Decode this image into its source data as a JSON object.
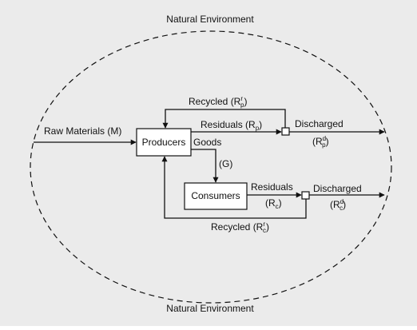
{
  "environment": {
    "top_label": "Natural Environment",
    "bottom_label": "Natural Environment"
  },
  "nodes": {
    "producers": "Producers",
    "consumers": "Consumers"
  },
  "flows": {
    "raw_materials": "Raw Materials (M)",
    "goods": "Goods",
    "goods_symbol": "(G)",
    "producer_recycled": {
      "text": "Recycled (R",
      "sub": "p",
      "sup": "r",
      "close": ")"
    },
    "producer_residuals": {
      "text": "Residuals (R",
      "sub": "p",
      "close": ")"
    },
    "producer_discharged": "Discharged",
    "producer_discharged_symbol": {
      "text": "(R",
      "sub": "p",
      "sup": "d",
      "close": ")"
    },
    "consumer_residuals": "Residuals",
    "consumer_residuals_symbol": {
      "text": "(R",
      "sub": "c",
      "close": ")"
    },
    "consumer_discharged": "Discharged",
    "consumer_discharged_symbol": {
      "text": "(R",
      "sub": "c",
      "sup": "d",
      "close": ")"
    },
    "consumer_recycled": {
      "text": "Recycled (R",
      "sub": "c",
      "sup": "r",
      "close": ")"
    }
  },
  "colors": {
    "background": "#ebebeb",
    "stroke": "#111111",
    "node_fill": "#ffffff"
  }
}
